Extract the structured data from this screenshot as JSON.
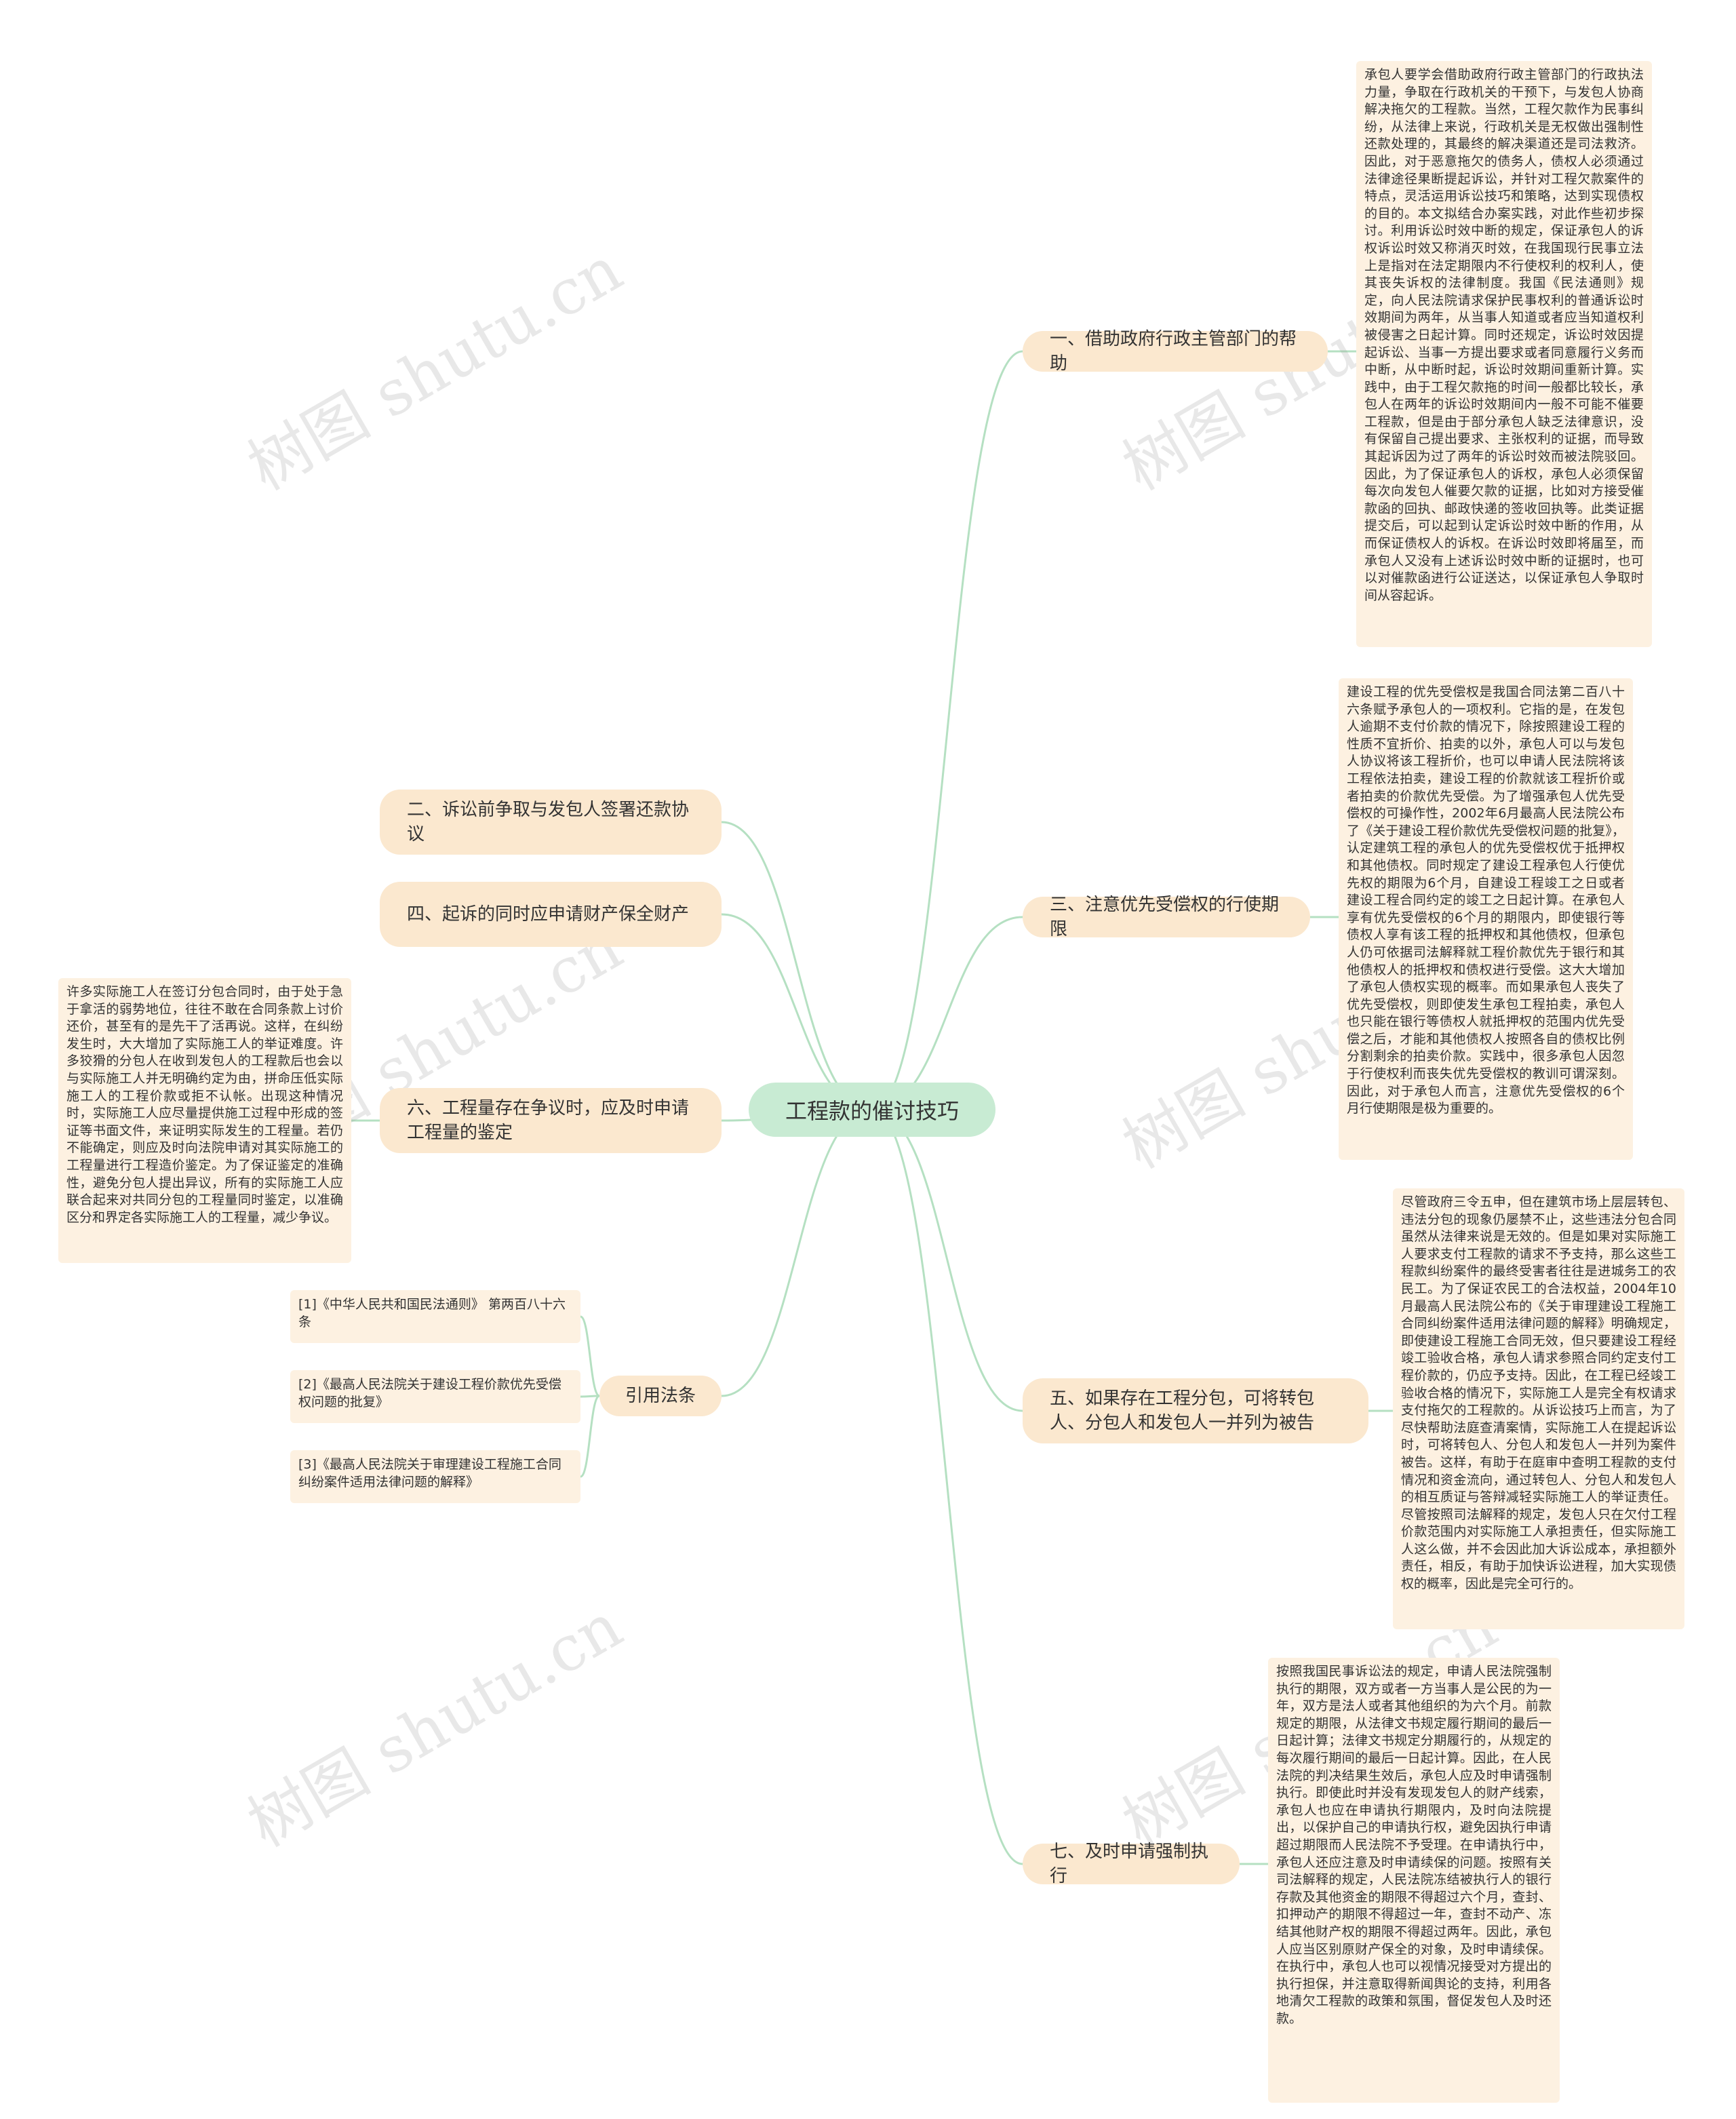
{
  "watermark": "树图 shutu.cn",
  "central": "工程款的催讨技巧",
  "branches": {
    "b1": "一、借助政府行政主管部门的帮助",
    "b2": "二、诉讼前争取与发包人签署还款协议",
    "b3": "三、注意优先受偿权的行使期限",
    "b4": "四、起诉的同时应申请财产保全财产",
    "b5": "五、如果存在工程分包，可将转包人、分包人和发包人一并列为被告",
    "b6": "六、工程量存在争议时，应及时申请工程量的鉴定",
    "b7": "七、及时申请强制执行",
    "refs": "引用法条"
  },
  "notes": {
    "n1": "承包人要学会借助政府行政主管部门的行政执法力量，争取在行政机关的干预下，与发包人协商解决拖欠的工程款。当然，工程欠款作为民事纠纷，从法律上来说，行政机关是无权做出强制性还款处理的，其最终的解决渠道还是司法救济。因此，对于恶意拖欠的债务人，债权人必须通过法律途径果断提起诉讼，并针对工程欠款案件的特点，灵活运用诉讼技巧和策略，达到实现债权的目的。本文拟结合办案实践，对此作些初步探讨。利用诉讼时效中断的规定，保证承包人的诉权诉讼时效又称消灭时效，在我国现行民事立法上是指对在法定期限内不行使权利的权利人，使其丧失诉权的法律制度。我国《民法通则》规定，向人民法院请求保护民事权利的普通诉讼时效期间为两年，从当事人知道或者应当知道权利被侵害之日起计算。同时还规定，诉讼时效因提起诉讼、当事一方提出要求或者同意履行义务而中断，从中断时起，诉讼时效期间重新计算。实践中，由于工程欠款拖的时间一般都比较长，承包人在两年的诉讼时效期间内一般不可能不催要工程款，但是由于部分承包人缺乏法律意识，没有保留自己提出要求、主张权利的证据，而导致其起诉因为过了两年的诉讼时效而被法院驳回。因此，为了保证承包人的诉权，承包人必须保留每次向发包人催要欠款的证据，比如对方接受催款函的回执、邮政快递的签收回执等。此类证据提交后，可以起到认定诉讼时效中断的作用，从而保证债权人的诉权。在诉讼时效即将届至，而承包人又没有上述诉讼时效中断的证据时，也可以对催款函进行公证送达，以保证承包人争取时间从容起诉。",
    "n3": "建设工程的优先受偿权是我国合同法第二百八十六条赋予承包人的一项权利。它指的是，在发包人逾期不支付价款的情况下，除按照建设工程的性质不宜折价、拍卖的以外，承包人可以与发包人协议将该工程折价，也可以申请人民法院将该工程依法拍卖，建设工程的价款就该工程折价或者拍卖的价款优先受偿。为了增强承包人优先受偿权的可操作性，2002年6月最高人民法院公布了《关于建设工程价款优先受偿权问题的批复》，认定建筑工程的承包人的优先受偿权优于抵押权和其他债权。同时规定了建设工程承包人行使优先权的期限为6个月，自建设工程竣工之日或者建设工程合同约定的竣工之日起计算。在承包人享有优先受偿权的6个月的期限内，即使银行等债权人享有该工程的抵押权和其他债权，但承包人仍可依据司法解释就工程价款优先于银行和其他债权人的抵押权和债权进行受偿。这大大增加了承包人债权实现的概率。而如果承包人丧失了优先受偿权，则即使发生承包工程拍卖，承包人也只能在银行等债权人就抵押权的范围内优先受偿之后，才能和其他债权人按照各自的债权比例分割剩余的拍卖价款。实践中，很多承包人因忽于行使权利而丧失优先受偿权的教训可谓深刻。因此，对于承包人而言，注意优先受偿权的6个月行使期限是极为重要的。",
    "n5": "尽管政府三令五申，但在建筑市场上层层转包、违法分包的现象仍屡禁不止，这些违法分包合同虽然从法律来说是无效的。但是如果对实际施工人要求支付工程款的请求不予支持，那么这些工程款纠纷案件的最终受害者往往是进城务工的农民工。为了保证农民工的合法权益，2004年10月最高人民法院公布的《关于审理建设工程施工合同纠纷案件适用法律问题的解释》明确规定，即使建设工程施工合同无效，但只要建设工程经竣工验收合格，承包人请求参照合同约定支付工程价款的，仍应予支持。因此，在工程已经竣工验收合格的情况下，实际施工人是完全有权请求支付拖欠的工程款的。从诉讼技巧上而言，为了尽快帮助法庭查清案情，实际施工人在提起诉讼时，可将转包人、分包人和发包人一并列为案件被告。这样，有助于在庭审中查明工程款的支付情况和资金流向，通过转包人、分包人和发包人的相互质证与答辩减轻实际施工人的举证责任。尽管按照司法解释的规定，发包人只在欠付工程价款范围内对实际施工人承担责任，但实际施工人这么做，并不会因此加大诉讼成本，承担额外责任，相反，有助于加快诉讼进程，加大实现债权的概率，因此是完全可行的。",
    "n6": "许多实际施工人在签订分包合同时，由于处于急于拿活的弱势地位，往往不敢在合同条款上讨价还价，甚至有的是先干了活再说。这样，在纠纷发生时，大大增加了实际施工人的举证难度。许多狡猾的分包人在收到发包人的工程款后也会以与实际施工人并无明确约定为由，拼命压低实际施工人的工程价款或拒不认帐。出现这种情况时，实际施工人应尽量提供施工过程中形成的签证等书面文件，来证明实际发生的工程量。若仍不能确定，则应及时向法院申请对其实际施工的工程量进行工程造价鉴定。为了保证鉴定的准确性，避免分包人提出异议，所有的实际施工人应联合起来对共同分包的工程量同时鉴定，以准确区分和界定各实际施工人的工程量，减少争议。",
    "n7": "按照我国民事诉讼法的规定，申请人民法院强制执行的期限，双方或者一方当事人是公民的为一年，双方是法人或者其他组织的为六个月。前款规定的期限，从法律文书规定履行期间的最后一日起计算；法律文书规定分期履行的，从规定的每次履行期间的最后一日起计算。因此，在人民法院的判决结果生效后，承包人应及时申请强制执行。即使此时并没有发现发包人的财产线索，承包人也应在申请执行期限内，及时向法院提出，以保护自己的申请执行权，避免因执行申请超过期限而人民法院不予受理。在申请执行中，承包人还应注意及时申请续保的问题。按照有关司法解释的规定，人民法院冻结被执行人的银行存款及其他资金的期限不得超过六个月，查封、扣押动产的期限不得超过一年，查封不动产、冻结其他财产权的期限不得超过两年。因此，承包人应当区别原财产保全的对象，及时申请续保。在执行中，承包人也可以视情况接受对方提出的执行担保，并注意取得新闻舆论的支持，利用各地清欠工程款的政策和氛围，督促发包人及时还款。"
  },
  "refs": [
    "[1]《中华人民共和国民法通则》 第两百八十六条",
    "[2]《最高人民法院关于建设工程价款优先受偿权问题的批复》",
    "[3]《最高人民法院关于审理建设工程施工合同纠纷案件适用法律问题的解释》"
  ],
  "colors": {
    "link": "#b5e0c2",
    "central": "#c8ebd3",
    "branch": "#fbe8cf",
    "note": "#fdf1e1"
  }
}
